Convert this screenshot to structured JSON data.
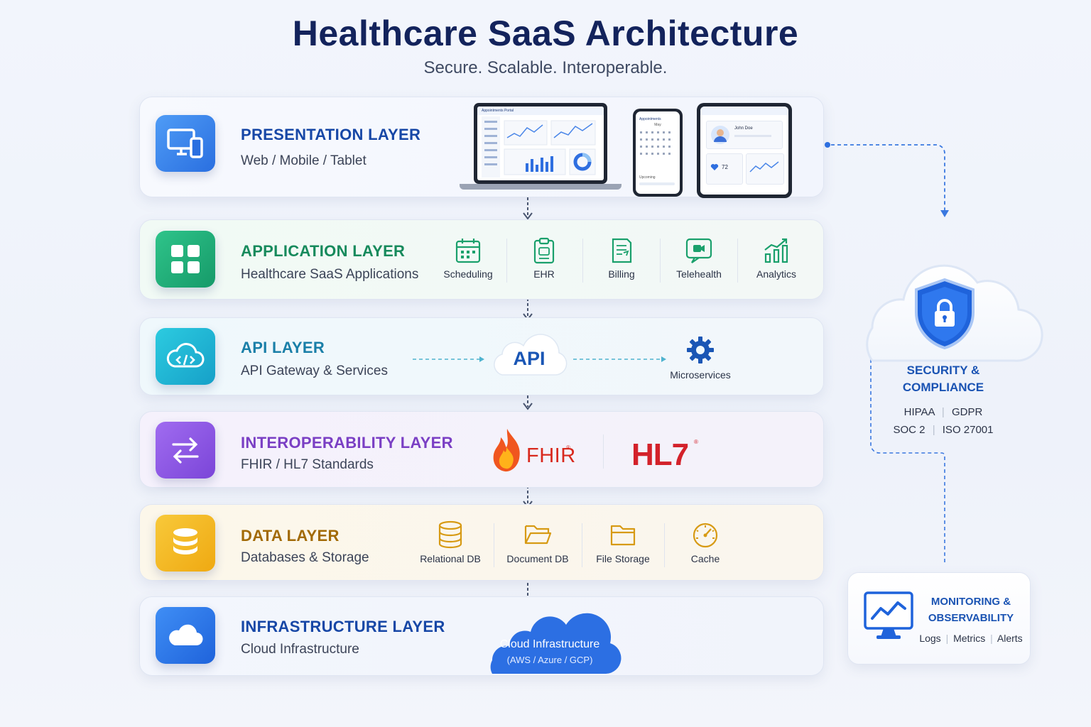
{
  "header": {
    "title": "Healthcare SaaS Architecture",
    "subtitle": "Secure. Scalable. Interoperable."
  },
  "layers": {
    "presentation": {
      "title": "PRESENTATION LAYER",
      "subtitle": "Web / Mobile / Tablet",
      "color": "#1747a6"
    },
    "application": {
      "title": "APPLICATION LAYER",
      "subtitle": "Healthcare SaaS Applications",
      "color": "#178a5c",
      "items": [
        {
          "label": "Scheduling",
          "icon": "calendar-icon"
        },
        {
          "label": "EHR",
          "icon": "clipboard-icon"
        },
        {
          "label": "Billing",
          "icon": "invoice-icon"
        },
        {
          "label": "Telehealth",
          "icon": "video-chat-icon"
        },
        {
          "label": "Analytics",
          "icon": "bar-chart-icon"
        }
      ]
    },
    "api": {
      "title": "API LAYER",
      "subtitle": "API Gateway & Services",
      "color": "#1a7fa8",
      "badge": "API",
      "microservices": "Microservices"
    },
    "interop": {
      "title": "INTEROPERABILITY LAYER",
      "subtitle": "FHIR / HL7 Standards",
      "color": "#7a3fc4",
      "fhir": "FHIR",
      "hl7": "HL7"
    },
    "data": {
      "title": "DATA LAYER",
      "subtitle": "Databases & Storage",
      "color": "#a26a06",
      "items": [
        {
          "label": "Relational DB",
          "icon": "database-icon"
        },
        {
          "label": "Document DB",
          "icon": "folder-open-icon"
        },
        {
          "label": "File Storage",
          "icon": "folder-icon"
        },
        {
          "label": "Cache",
          "icon": "gauge-icon"
        }
      ]
    },
    "infra": {
      "title": "INFRASTRUCTURE LAYER",
      "subtitle": "Cloud Infrastructure",
      "color": "#1747a6",
      "cloud_title": "Cloud Infrastructure",
      "cloud_sub": "(AWS / Azure / GCP)"
    }
  },
  "devices": {
    "laptop_header": "Appointments Portal",
    "phone_header": "Appointments",
    "phone_month": "May",
    "phone_footer": "Upcoming",
    "tablet_name": "John Doe",
    "tablet_heart": "72"
  },
  "security": {
    "title_line1": "SECURITY &",
    "title_line2": "COMPLIANCE",
    "std_row1": [
      "HIPAA",
      "GDPR"
    ],
    "std_row2": [
      "SOC 2",
      "ISO 27001"
    ]
  },
  "monitoring": {
    "title_line1": "MONITORING &",
    "title_line2": "OBSERVABILITY",
    "items": [
      "Logs",
      "Metrics",
      "Alerts"
    ]
  }
}
